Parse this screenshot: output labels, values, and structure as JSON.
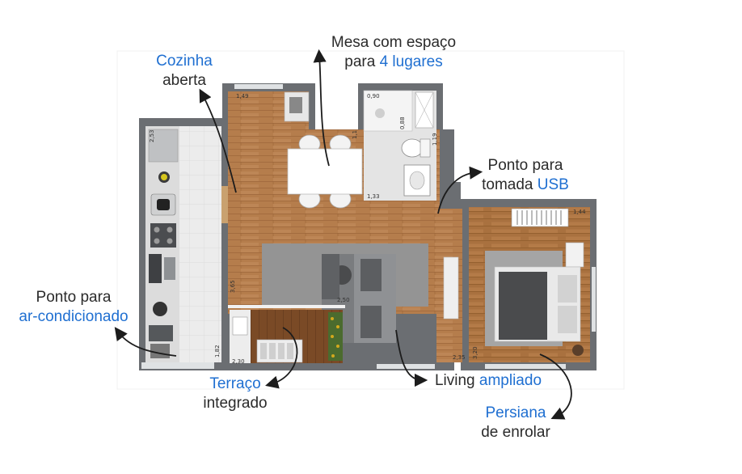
{
  "annotations": {
    "cozinha": {
      "line1": "Cozinha",
      "line2": "aberta"
    },
    "mesa": {
      "line1": "Mesa com espaço",
      "line2_pre": "para ",
      "line2_hl": "4 lugares"
    },
    "usb": {
      "line1": "Ponto para",
      "line2_pre": "tomada ",
      "line2_hl": "USB"
    },
    "ar": {
      "line1": "Ponto para",
      "line2": "ar-condicionado"
    },
    "terraco": {
      "line1": "Terraço",
      "line2": "integrado"
    },
    "living": {
      "pre": "Living ",
      "hl": "ampliado"
    },
    "persiana": {
      "line1": "Persiana",
      "line2": "de enrolar"
    }
  },
  "dimensions": {
    "d1": "1,49",
    "d2": "0,90",
    "d3": "0,88",
    "d4": "1,19",
    "d5": "1,33",
    "d6": "2,53",
    "d7": "1,44",
    "d8": "3,65",
    "d9": "2,50",
    "d10": "1,82",
    "d11": "2,30",
    "d12": "2,35",
    "d13": "3,20",
    "d14": "1,1"
  },
  "colors": {
    "wall": "#6b6e72",
    "floor_wood": "#b07a4a",
    "accent": "#1f6fd1",
    "text": "#2b2b2b"
  }
}
